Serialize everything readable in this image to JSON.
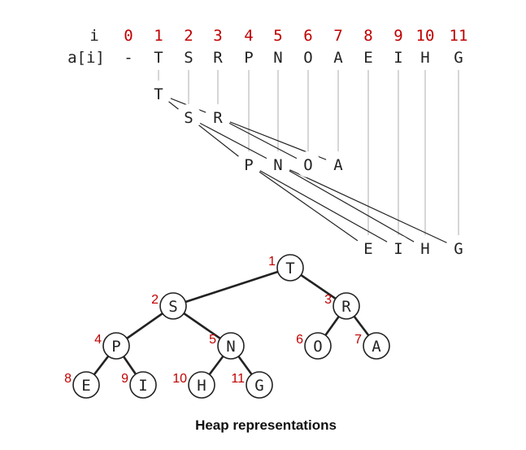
{
  "array": {
    "index_label": "i",
    "value_label": "a[i]",
    "indices": [
      "0",
      "1",
      "2",
      "3",
      "4",
      "5",
      "6",
      "7",
      "8",
      "9",
      "10",
      "11"
    ],
    "values": [
      "-",
      "T",
      "S",
      "R",
      "P",
      "N",
      "O",
      "A",
      "E",
      "I",
      "H",
      "G"
    ]
  },
  "heap_nodes": [
    {
      "index": "1",
      "key": "T"
    },
    {
      "index": "2",
      "key": "S"
    },
    {
      "index": "3",
      "key": "R"
    },
    {
      "index": "4",
      "key": "P"
    },
    {
      "index": "5",
      "key": "N"
    },
    {
      "index": "6",
      "key": "O"
    },
    {
      "index": "7",
      "key": "A"
    },
    {
      "index": "8",
      "key": "E"
    },
    {
      "index": "9",
      "key": "I"
    },
    {
      "index": "10",
      "key": "H"
    },
    {
      "index": "11",
      "key": "G"
    }
  ],
  "caption": "Heap representations",
  "colors": {
    "index_red": "#c00000",
    "text": "#222222",
    "guide_line": "#bbbbbb",
    "edge": "#222222"
  }
}
